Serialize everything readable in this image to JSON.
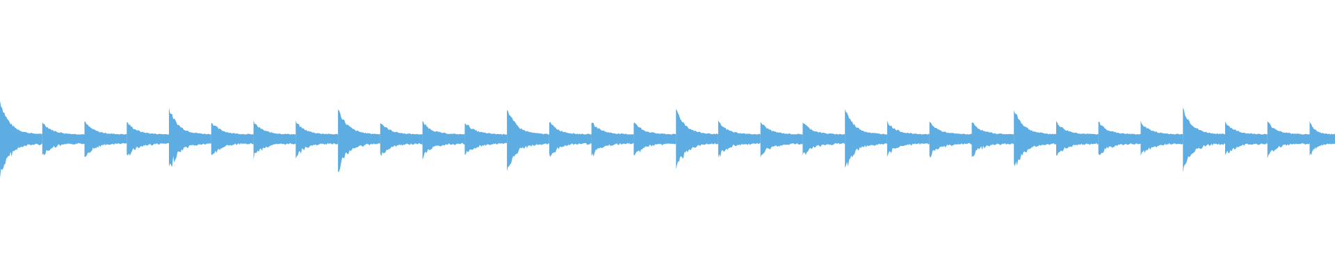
{
  "waveform": {
    "color": "#5DADE2",
    "background": "#FFFFFF",
    "hit_count": 32,
    "accent_every": 4,
    "accent_level": 0.8,
    "normal_level": 0.45,
    "first_hit_level": 1.0,
    "tail_level": 0.12
  }
}
